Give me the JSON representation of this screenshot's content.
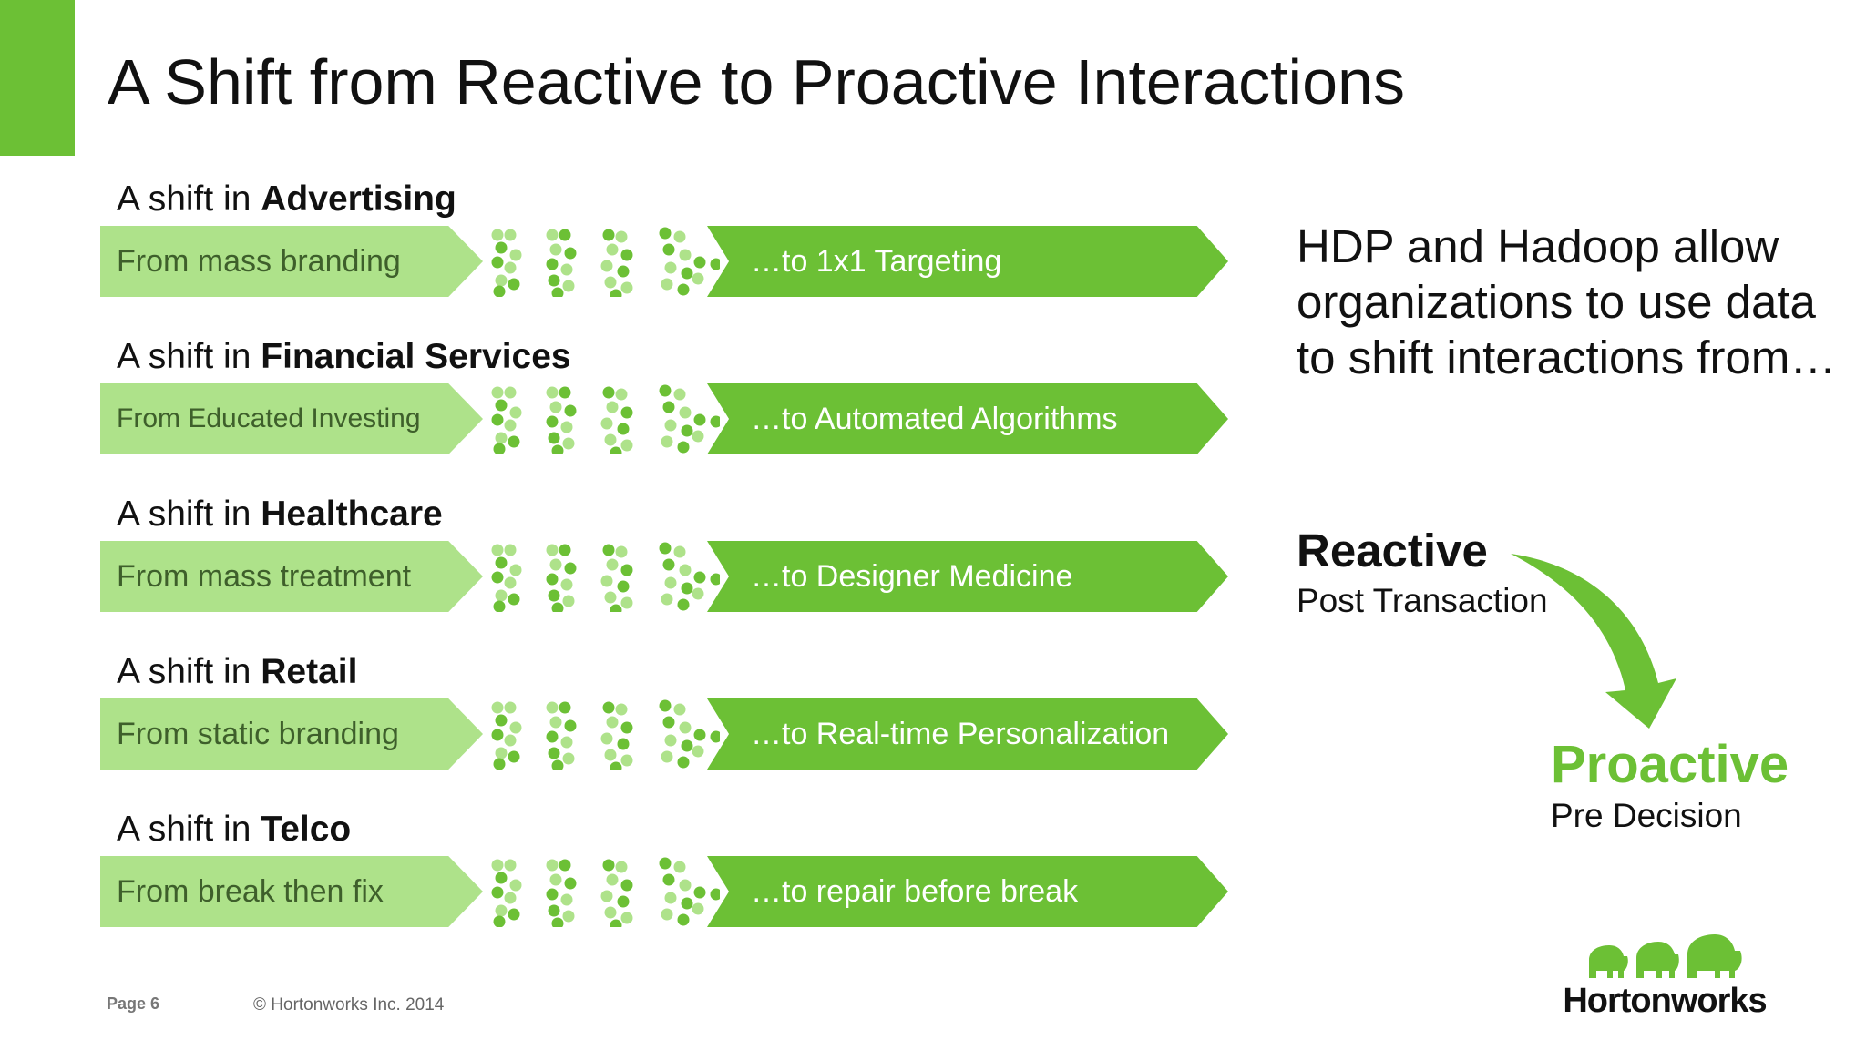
{
  "title": "A Shift from Reactive to Proactive Interactions",
  "rows": [
    {
      "prefix": "A shift in",
      "topic": "Advertising",
      "from": "From mass branding",
      "to": "…to 1x1 Targeting"
    },
    {
      "prefix": "A shift in",
      "topic": "Financial Services",
      "from": "From Educated Investing",
      "to": "…to Automated Algorithms"
    },
    {
      "prefix": "A shift in",
      "topic": "Healthcare",
      "from": "From mass treatment",
      "to": "…to Designer Medicine"
    },
    {
      "prefix": "A shift in",
      "topic": "Retail",
      "from": "From static branding",
      "to": "…to Real-time Personalization"
    },
    {
      "prefix": "A shift in",
      "topic": "Telco",
      "from": "From break then fix",
      "to": "…to repair before break"
    }
  ],
  "side": {
    "text": "HDP and Hadoop allow organizations to use data to shift interactions from…",
    "reactive": "Reactive",
    "reactive_sub": "Post Transaction",
    "proactive": "Proactive",
    "proactive_sub": "Pre Decision"
  },
  "footer": {
    "page": "Page 6",
    "copyright": "© Hortonworks Inc. 2014",
    "logo_text": "Hortonworks"
  },
  "colors": {
    "accent": "#6cc035",
    "light_green": "#aee28a",
    "dark_text": "#111111"
  }
}
